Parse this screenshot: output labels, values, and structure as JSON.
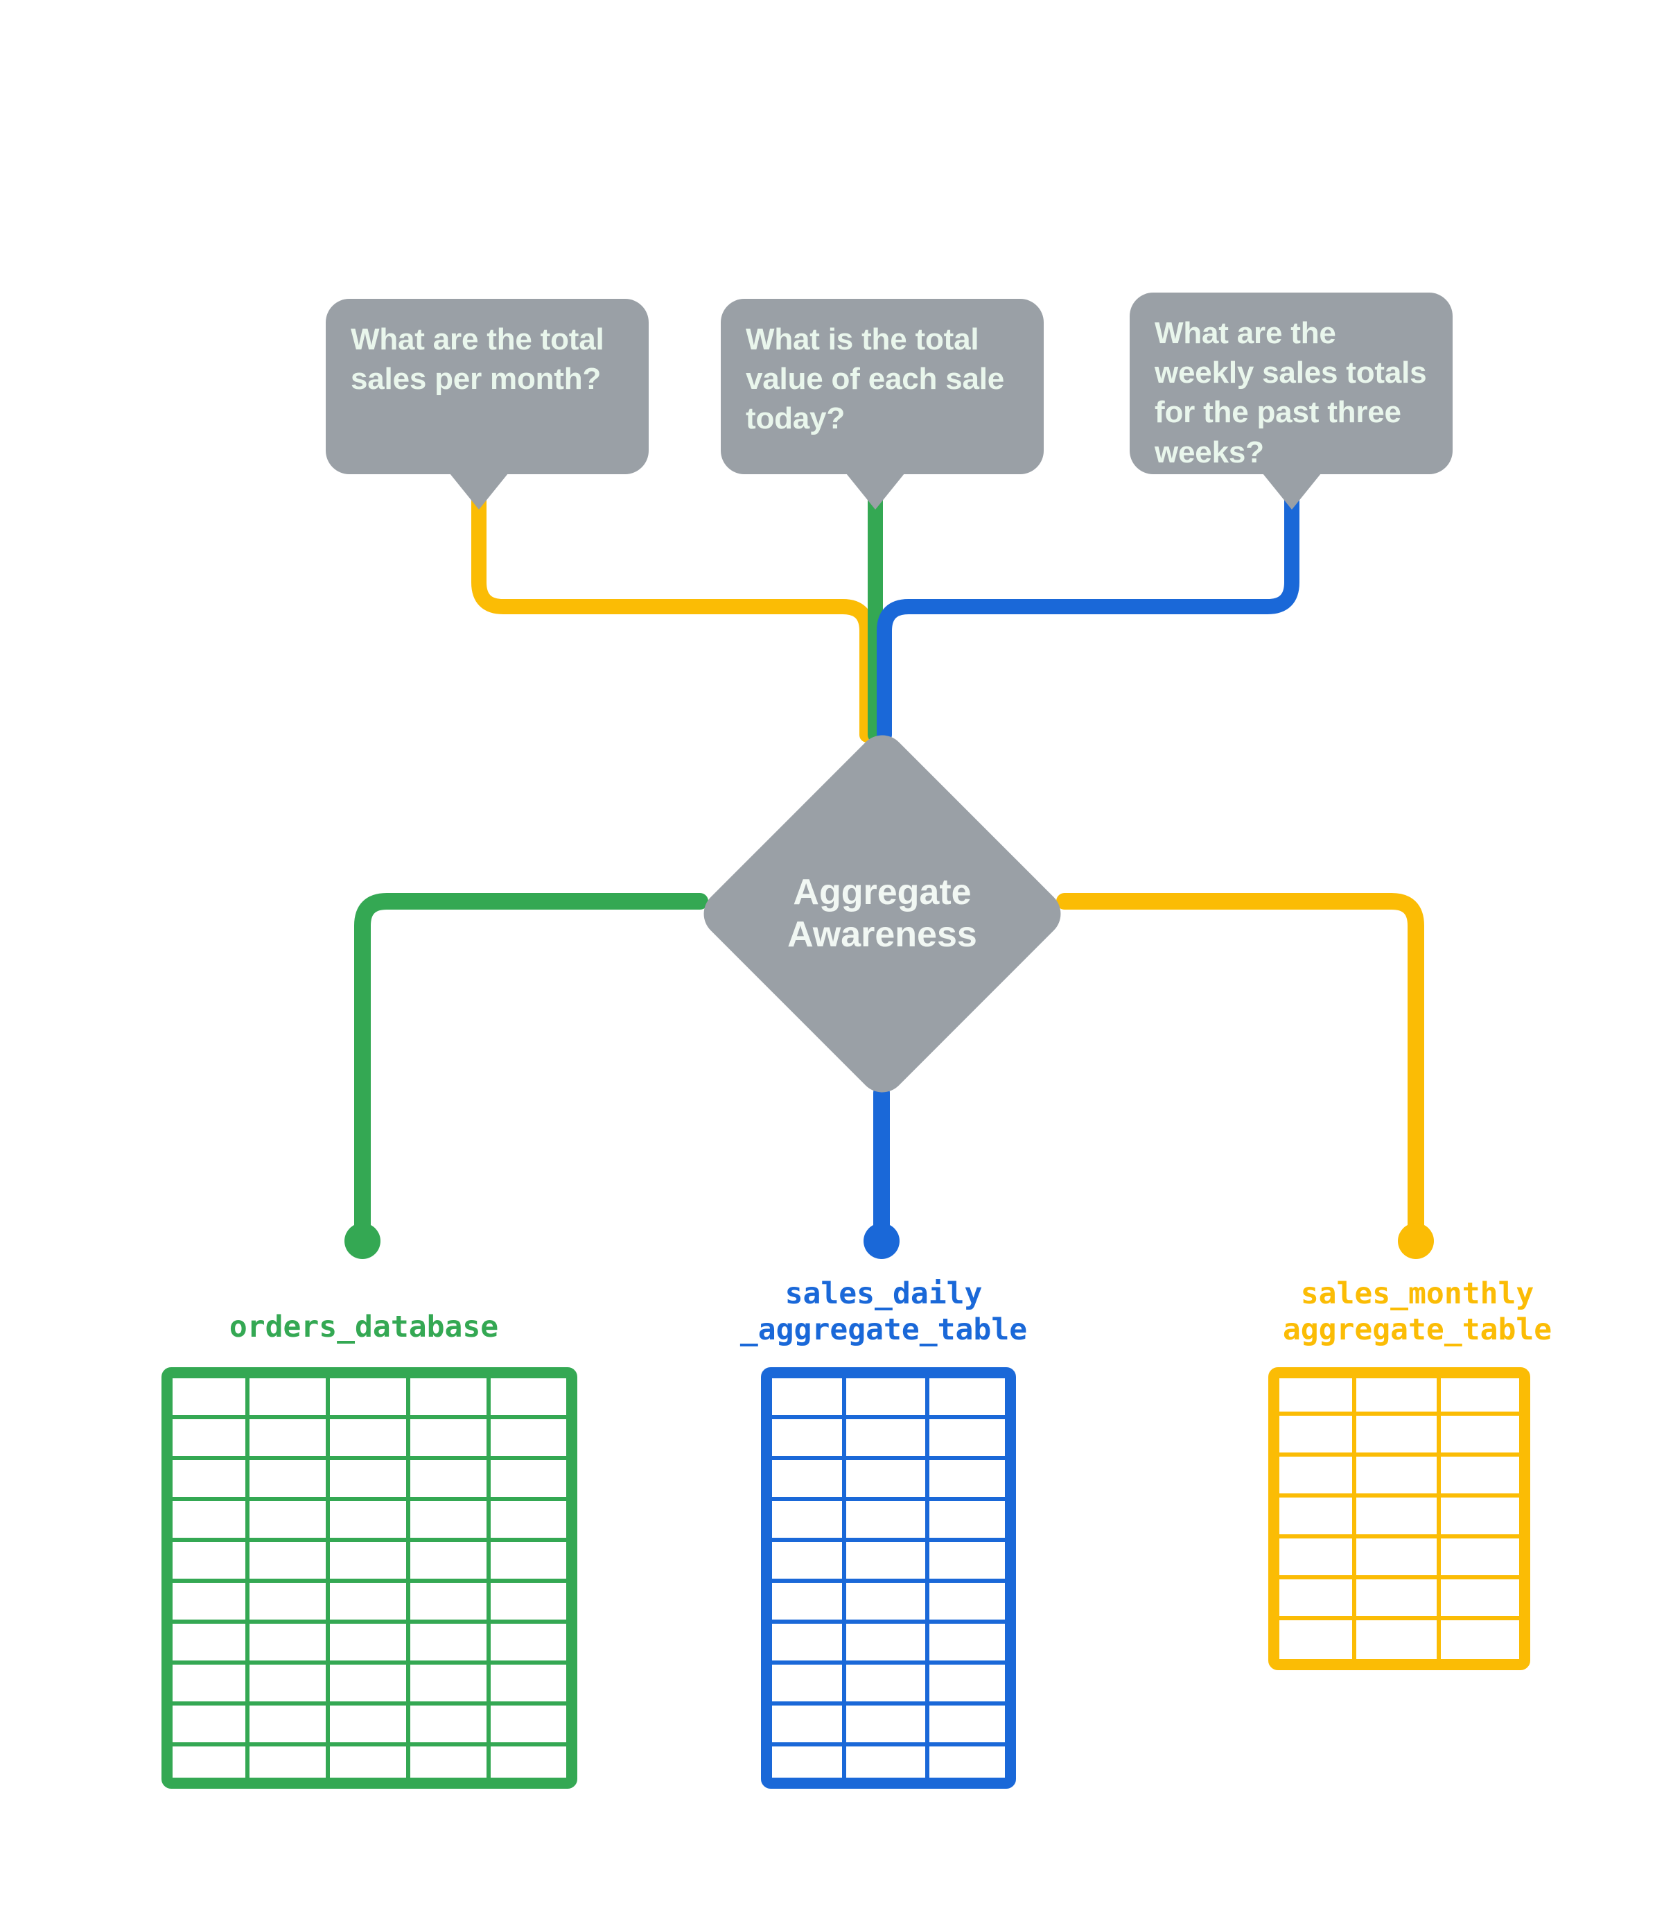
{
  "diagram": {
    "title": "Aggregate Awareness",
    "background_color": "#ffffff",
    "node_color": "#9aa0a6",
    "node_text_color": "#e9f6ec",
    "colors": {
      "green": "#34a853",
      "blue": "#1a68d8",
      "yellow": "#fbbc05"
    }
  },
  "questions": [
    {
      "id": "question-monthly",
      "text": "What are the total sales per month?",
      "color": "#fbbc05",
      "routes_to": "sales_monthly aggregate_table"
    },
    {
      "id": "question-daily",
      "text": "What is the total value of each sale today?",
      "color": "#34a853",
      "routes_to": "orders_database"
    },
    {
      "id": "question-weekly",
      "text": "What are the weekly sales totals for the past three weeks?",
      "color": "#1a68d8",
      "routes_to": "sales_daily _aggregate_table"
    }
  ],
  "center_node": {
    "line1": "Aggregate",
    "line2": "Awareness"
  },
  "tables": [
    {
      "id": "orders-database",
      "label": "orders_database",
      "color": "#34a853",
      "columns": 5,
      "rows": 10
    },
    {
      "id": "sales-daily-aggregate-table",
      "label": "sales_daily\n_aggregate_table",
      "color": "#1a68d8",
      "columns": 3,
      "rows": 10
    },
    {
      "id": "sales-monthly-aggregate-table",
      "label": "sales_monthly\naggregate_table",
      "color": "#fbbc05",
      "columns": 3,
      "rows": 7
    }
  ]
}
